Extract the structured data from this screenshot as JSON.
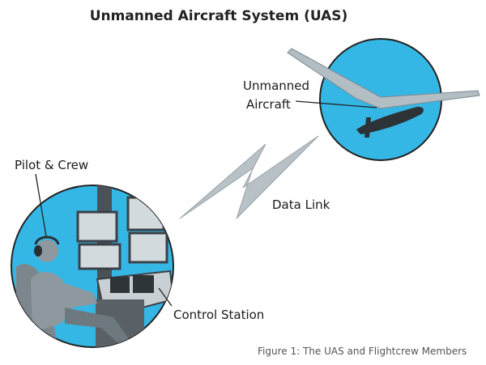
{
  "title": "Unmanned Aircraft System (UAS)",
  "labels": {
    "aircraft_line1": "Unmanned",
    "aircraft_line2": "Aircraft",
    "pilot": "Pilot & Crew",
    "data_link": "Data Link",
    "control_station": "Control Station"
  },
  "caption": "Figure 1: The UAS and Flightcrew Members",
  "colors": {
    "sky_blue": "#35b7e6",
    "circle_outline": "#222222",
    "link_grey": "#b8c1c6",
    "aircraft_grey": "#a9b4ba",
    "dark": "#2a2f33"
  }
}
